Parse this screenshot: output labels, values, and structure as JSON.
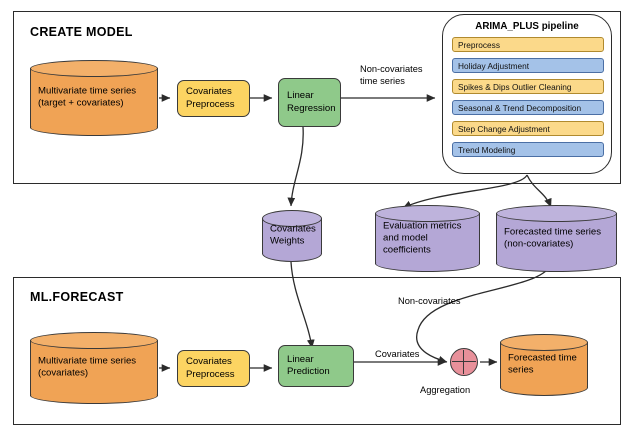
{
  "sections": {
    "create_model": {
      "title": "CREATE MODEL"
    },
    "ml_forecast": {
      "title": "ML.FORECAST"
    }
  },
  "create_model": {
    "source_db": "Multivariate time series\n(target + covariates)",
    "preprocess_box": "Covariates\nPreprocess",
    "model_box": "Linear\nRegression",
    "edge_to_pipeline": "Non-covariates\ntime series"
  },
  "arima_pipeline": {
    "title": "ARIMA_PLUS pipeline",
    "steps": [
      {
        "label": "Preprocess",
        "color": "yellow"
      },
      {
        "label": "Holiday Adjustment",
        "color": "blue"
      },
      {
        "label": "Spikes & Dips Outlier Cleaning",
        "color": "yellow"
      },
      {
        "label": "Seasonal & Trend Decomposition",
        "color": "blue"
      },
      {
        "label": "Step Change Adjustment",
        "color": "yellow"
      },
      {
        "label": "Trend Modeling",
        "color": "blue"
      }
    ]
  },
  "artifacts": {
    "covariates_weights": "Covariates\nWeights",
    "evaluation_metrics": "Evaluation metrics\nand model\ncoefficients",
    "forecasted_non_covariates": "Forecasted time series\n(non-covariates)"
  },
  "ml_forecast": {
    "source_db": "Multivariate time series\n(covariates)",
    "preprocess_box": "Covariates\nPreprocess",
    "prediction_box": "Linear\nPrediction",
    "edge_covariates": "Covariates",
    "edge_non_covariates": "Non-covariates",
    "aggregation_label": "Aggregation",
    "output_db": "Forecasted\ntime series"
  },
  "colors": {
    "orange": "#F0A355",
    "yellow": "#FCD462",
    "green": "#8FC98A",
    "purple": "#B4A7D6",
    "pipeline_yellow": "#FBD98A",
    "pipeline_blue": "#A4C2E8",
    "aggregation_pink": "#E8909A",
    "stroke": "#2b2b2b"
  }
}
